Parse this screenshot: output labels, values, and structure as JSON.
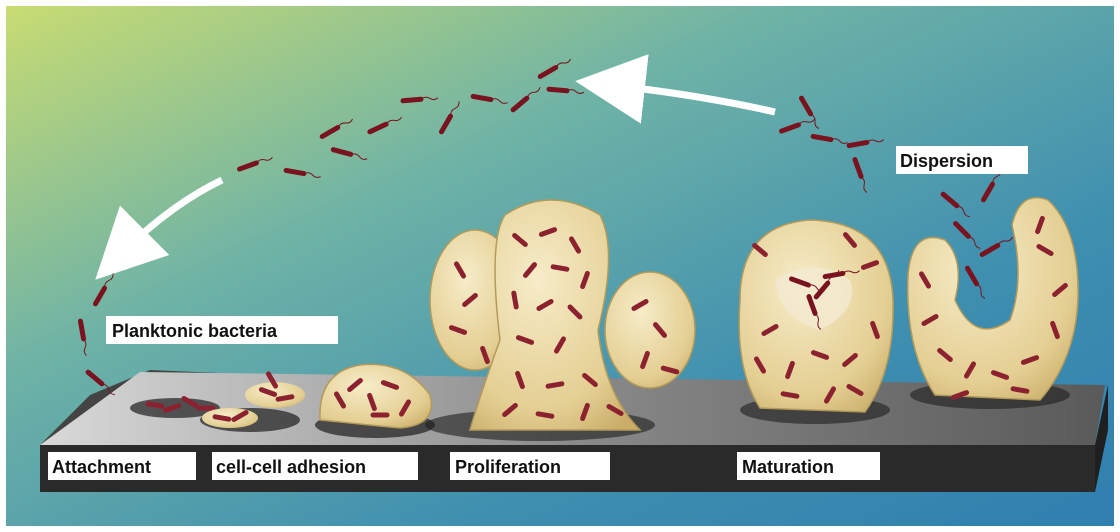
{
  "labels": {
    "planktonic": "Planktonic bacteria",
    "dispersion": "Dispersion",
    "stages": [
      "Attachment",
      "cell-cell adhesion",
      "Proliferation",
      "Maturation"
    ]
  },
  "colors": {
    "bg_top_left": "#b9d46a",
    "bg_mid": "#5aa6a6",
    "bg_bottom": "#3e8fb8",
    "bacteria": "#7a1320",
    "biofilm": "#e8d5a0",
    "biofilm_edge": "#b49a5a",
    "platform_top": "#7d7d7d",
    "platform_front": "#2f2f2f",
    "arrow": "#ffffff",
    "label_bg": "#ffffff"
  }
}
